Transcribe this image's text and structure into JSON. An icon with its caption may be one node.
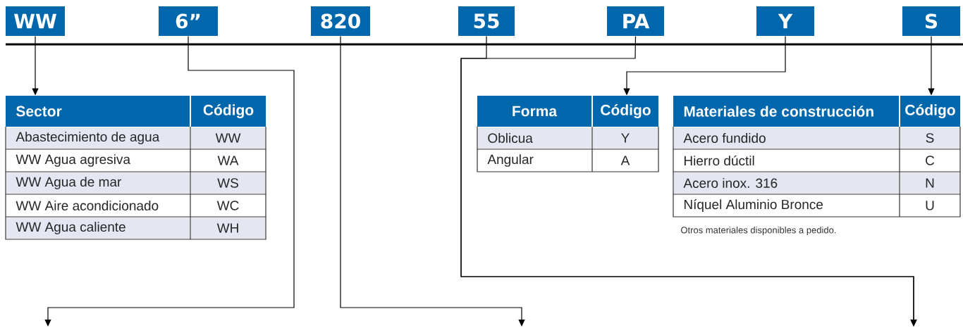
{
  "diagram": {
    "nodes": [
      {
        "text": [
          "WW"
        ]
      },
      {
        "text": [
          "6”"
        ]
      },
      {
        "text": [
          "820"
        ]
      },
      {
        "text": [
          "55"
        ]
      },
      {
        "text": [
          "PA"
        ]
      },
      {
        "text": [
          "Y"
        ]
      },
      {
        "text": [
          "S"
        ]
      },
      {
        "text": [
          "Sector",
          "Código",
          "Abastecimiento de agua",
          "WW",
          "WW Agua agresiva",
          "WA",
          "WW Agua de mar",
          "WS",
          "WW Aire acondicionado",
          "WC",
          "WW Agua caliente",
          "WH"
        ]
      },
      {
        "text": [
          "Forma",
          "Código",
          "Oblicua",
          "Y",
          "Angular",
          "A"
        ]
      },
      {
        "text": [
          "Materiales de construcción",
          "Código",
          "Acero fundido",
          "S",
          "Hierro dúctil",
          "C",
          "Acero inox. 316",
          "N",
          "Níquel Aluminio Bronce",
          "U"
        ],
        "beside": [
          "Otros materiales disponibles a pedido."
        ]
      }
    ],
    "edges": [
      {
        "from": 0,
        "to": 7,
        "arrow": "to"
      },
      {
        "from": 1,
        "to": null,
        "arrow": "to"
      },
      {
        "from": 2,
        "to": null,
        "arrow": "to"
      },
      {
        "from": 3,
        "to": null,
        "arrow": "to"
      },
      {
        "from": 4,
        "to": null,
        "arrow": "to"
      },
      {
        "from": 5,
        "to": 8,
        "arrow": "to"
      },
      {
        "from": 6,
        "to": 9,
        "arrow": "to"
      }
    ]
  }
}
